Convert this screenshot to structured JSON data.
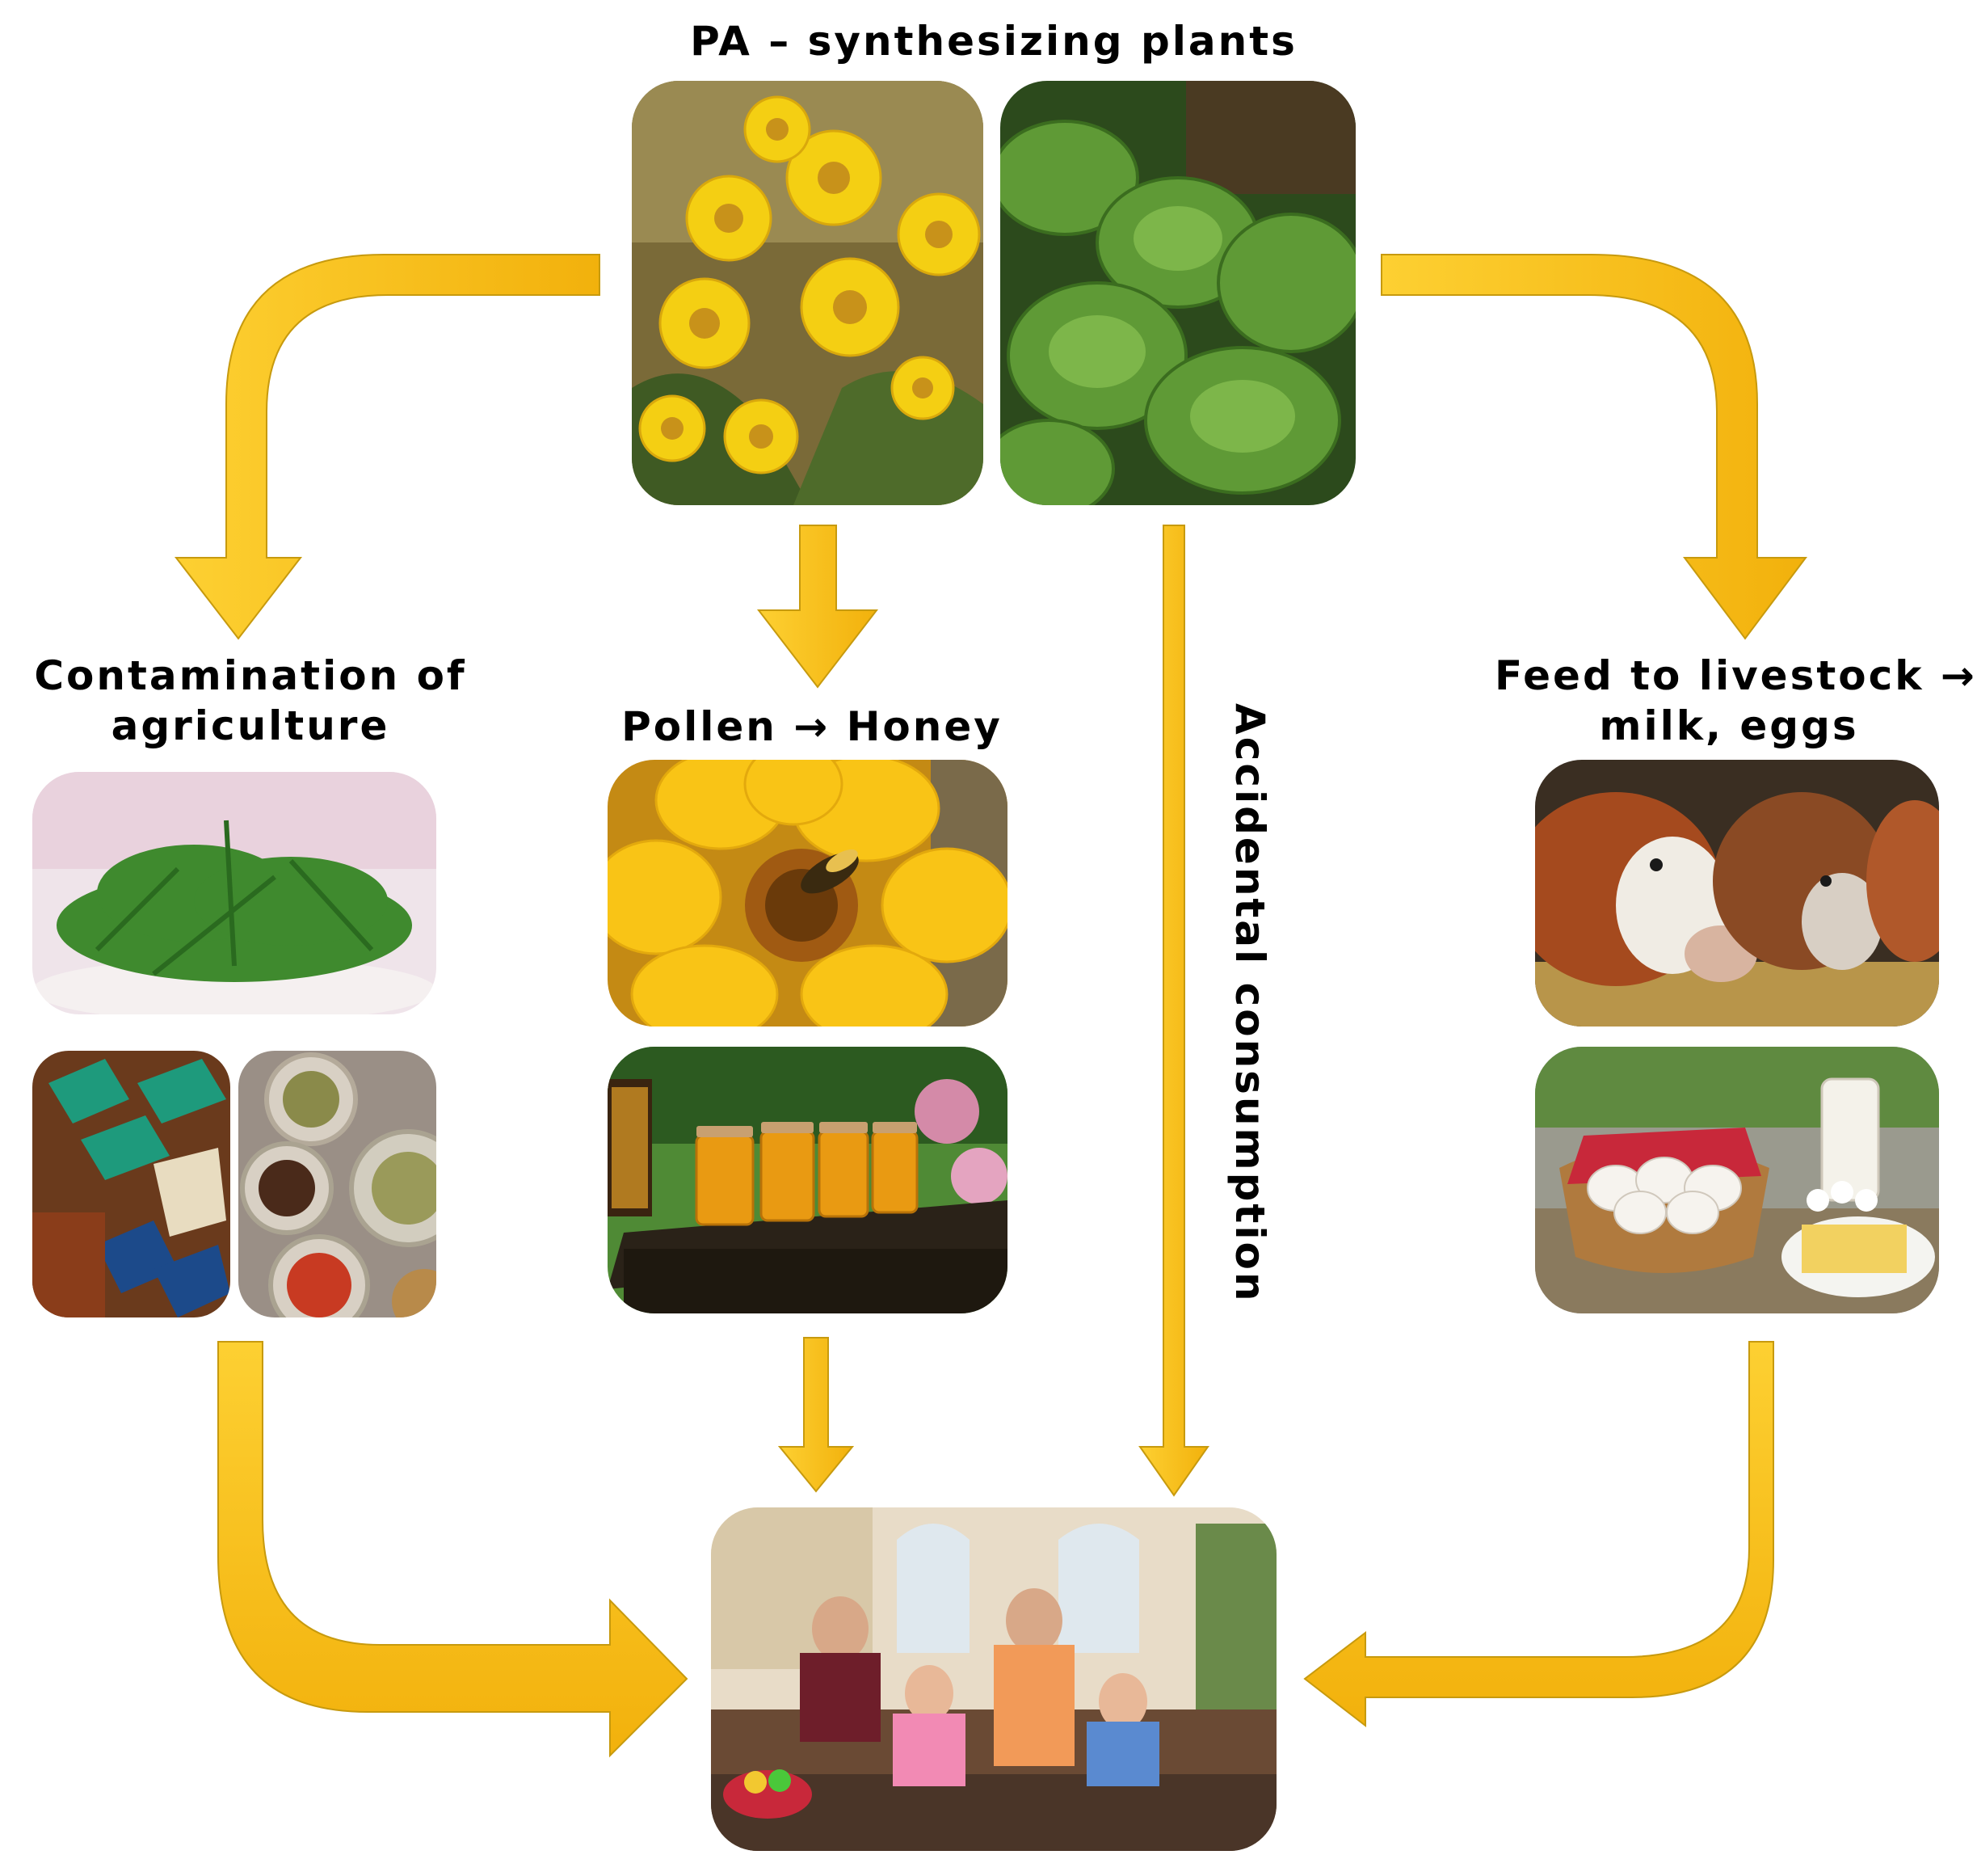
{
  "title": "PA – synthesizing plants",
  "labels": {
    "agriculture": [
      "Contamination of",
      "agriculture"
    ],
    "honey": "Pollen → Honey",
    "accidental": "Accidental consumption",
    "livestock": [
      "Feed to livestock →",
      "milk, eggs"
    ]
  },
  "images": [
    "yellow-flowers-photo",
    "green-leaves-photo",
    "rocket-salad-photo",
    "tea-bags-photo",
    "spices-photo",
    "sunflower-bee-photo",
    "honey-jars-photo",
    "cows-feeding-photo",
    "eggs-milk-butter-photo",
    "family-kitchen-photo"
  ],
  "colors": {
    "arrow_fill": "#fbc21d",
    "arrow_edge": "#c79a0e"
  }
}
